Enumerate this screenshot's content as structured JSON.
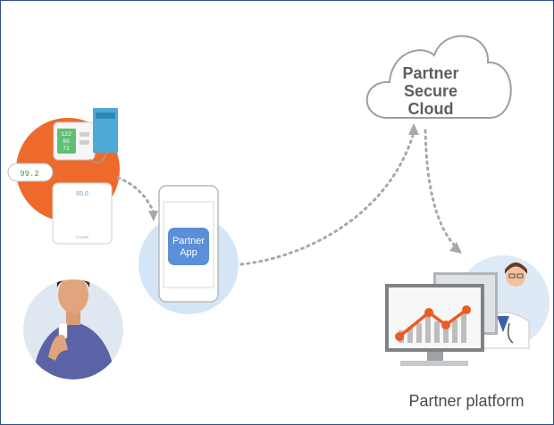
{
  "diagram": {
    "cloud": {
      "lines": [
        "Partner",
        "Secure",
        "Cloud"
      ]
    },
    "phone_app": {
      "lines": [
        "Partner",
        "App"
      ]
    },
    "platform": {
      "label": "Partner platform"
    },
    "devices": {
      "bp_monitor": {
        "sys": "122",
        "dia": "80",
        "pulse": "72"
      },
      "thermometer": {
        "reading": "99.2"
      },
      "scale": {
        "reading": "65.0",
        "brand": "HOLMES"
      }
    },
    "colors": {
      "accent_orange": "#ee6a2c",
      "app_blue": "#5a8fd9",
      "phone_circle": "#d4e6f6",
      "arrow_gray": "#a8a8a8",
      "chart_orange": "#ec5b26",
      "frame_blue": "#2f4f8f"
    },
    "icons": [
      "bp-monitor-icon",
      "thermometer-icon",
      "weight-scale-icon",
      "smartphone-icon",
      "cloud-icon",
      "doctor-icon",
      "computer-monitor-icon",
      "user-avatar-icon"
    ]
  }
}
